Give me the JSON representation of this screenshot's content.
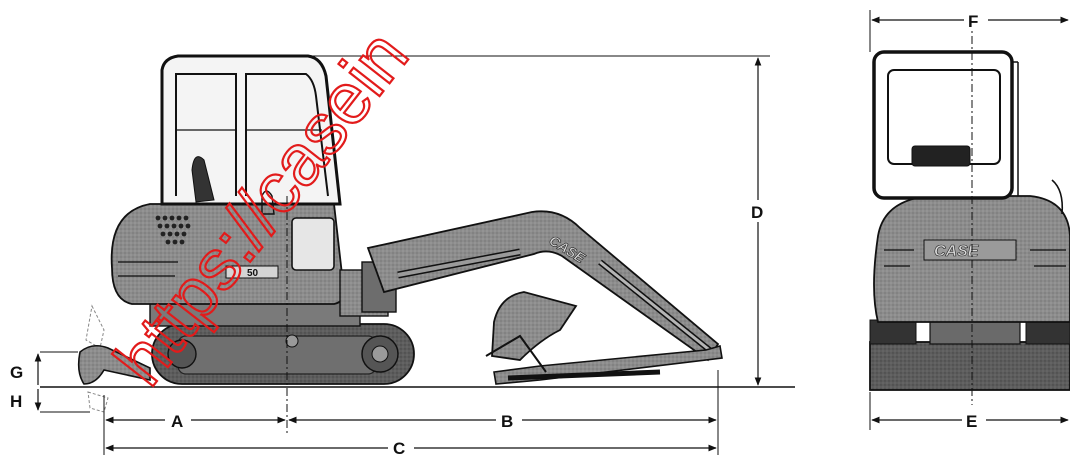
{
  "dimensions": {
    "A": "A",
    "B": "B",
    "C": "C",
    "D": "D",
    "E": "E",
    "F": "F",
    "G": "G",
    "H": "H"
  },
  "machine": {
    "brand_side": "CASE",
    "brand_rear": "CASE",
    "model": "50"
  },
  "watermark": {
    "text": "https://casein"
  },
  "colors": {
    "body": "#8a8a8a",
    "track": "#5e5e5e",
    "outline": "#111111",
    "watermark": "#e21b1b"
  }
}
